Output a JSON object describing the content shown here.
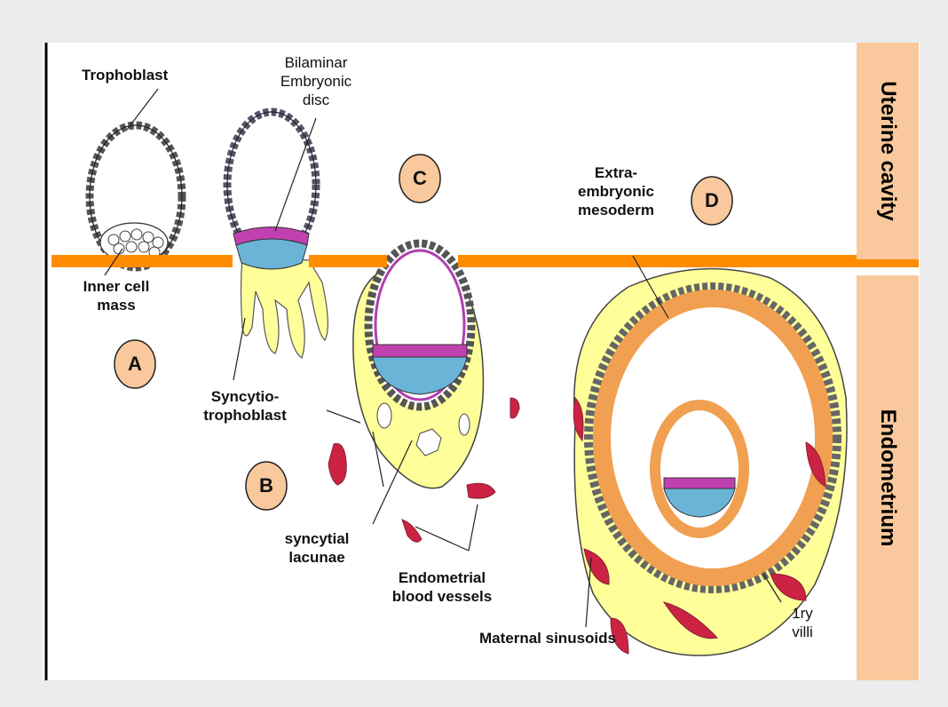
{
  "labels": {
    "trophoblast": "Trophoblast",
    "bilaminar": [
      "Bilaminar",
      "Embryonic",
      "disc"
    ],
    "inner_cell_mass": [
      "Inner cell",
      "mass"
    ],
    "syncytiotrophoblast": [
      "Syncytio-",
      "trophoblast"
    ],
    "extra_embryonic_mesoderm": [
      "Extra-",
      "embryonic",
      "mesoderm"
    ],
    "syncytial_lacunae": [
      "syncytial",
      "lacunae"
    ],
    "endometrial_vessels": [
      "Endometrial",
      "blood vessels"
    ],
    "maternal_sinusoids": "Maternal sinusoids",
    "primary_villi": [
      "1ry",
      "villi"
    ]
  },
  "stages": {
    "a": "A",
    "b": "B",
    "c": "C",
    "d": "D"
  },
  "side": {
    "uterine_cavity": "Uterine cavity",
    "endometrium": "Endometrium"
  },
  "colors": {
    "surface_line": "#ff8c00",
    "side_panel": "#f9c89c",
    "syncytio": "#ffff99",
    "vessel": "#cc2244",
    "mesoderm": "#f0a050",
    "epiblast": "#6ab4d8",
    "hypoblast": "#c040b0"
  }
}
